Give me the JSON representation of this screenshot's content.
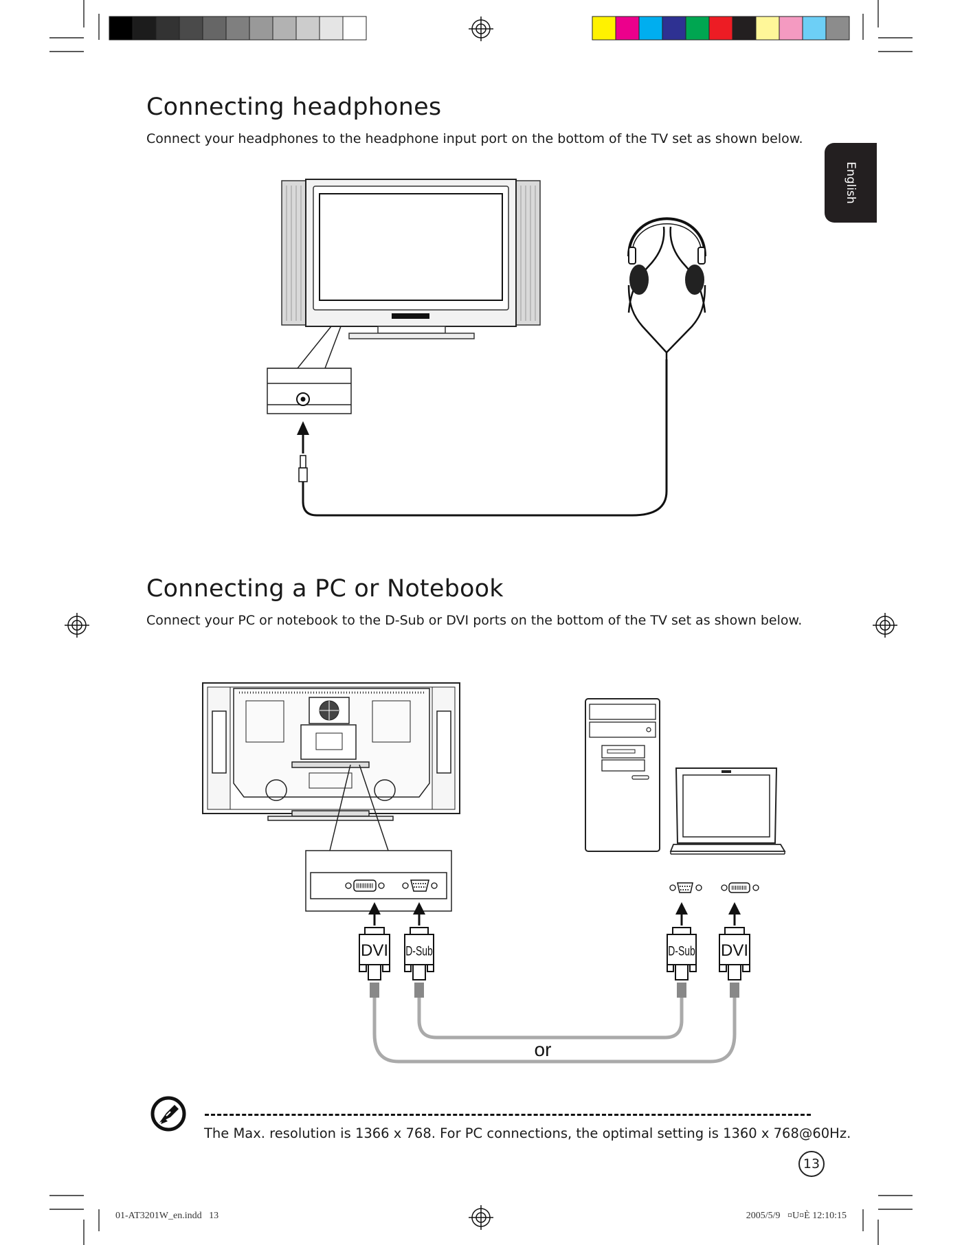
{
  "sections": {
    "headphones": {
      "title": "Connecting headphones",
      "description": "Connect your headphones to the headphone input port on the bottom of the TV set as shown below."
    },
    "pc": {
      "title": "Connecting a PC or Notebook",
      "description": "Connect your PC or notebook to the D-Sub or DVI ports on the bottom of the TV set as shown below."
    }
  },
  "side_tab": {
    "label": "English"
  },
  "connector_labels": {
    "dvi": "DVI",
    "dsub": "D-Sub",
    "or": "or"
  },
  "note": {
    "text": "The Max. resolution is 1366 x 768. For PC connections, the optimal setting is 1360 x 768@60Hz."
  },
  "page_number": "13",
  "footer": {
    "left": "01-AT3201W_en.indd   13",
    "right": "2005/5/9   ¤U¤È 12:10:15"
  },
  "colors": {
    "gray_bars": [
      "#000000",
      "#1c1c1c",
      "#333333",
      "#4a4a4a",
      "#666666",
      "#7f7f7f",
      "#999999",
      "#b2b2b2",
      "#cccccc",
      "#e5e5e5",
      "#ffffff"
    ],
    "color_bars": [
      "#fff200",
      "#ec008c",
      "#00aeef",
      "#2e3192",
      "#00a651",
      "#ed1c24",
      "#231f20",
      "#fff799",
      "#f49ac1",
      "#6dcff6",
      "#8c8c8c"
    ]
  }
}
